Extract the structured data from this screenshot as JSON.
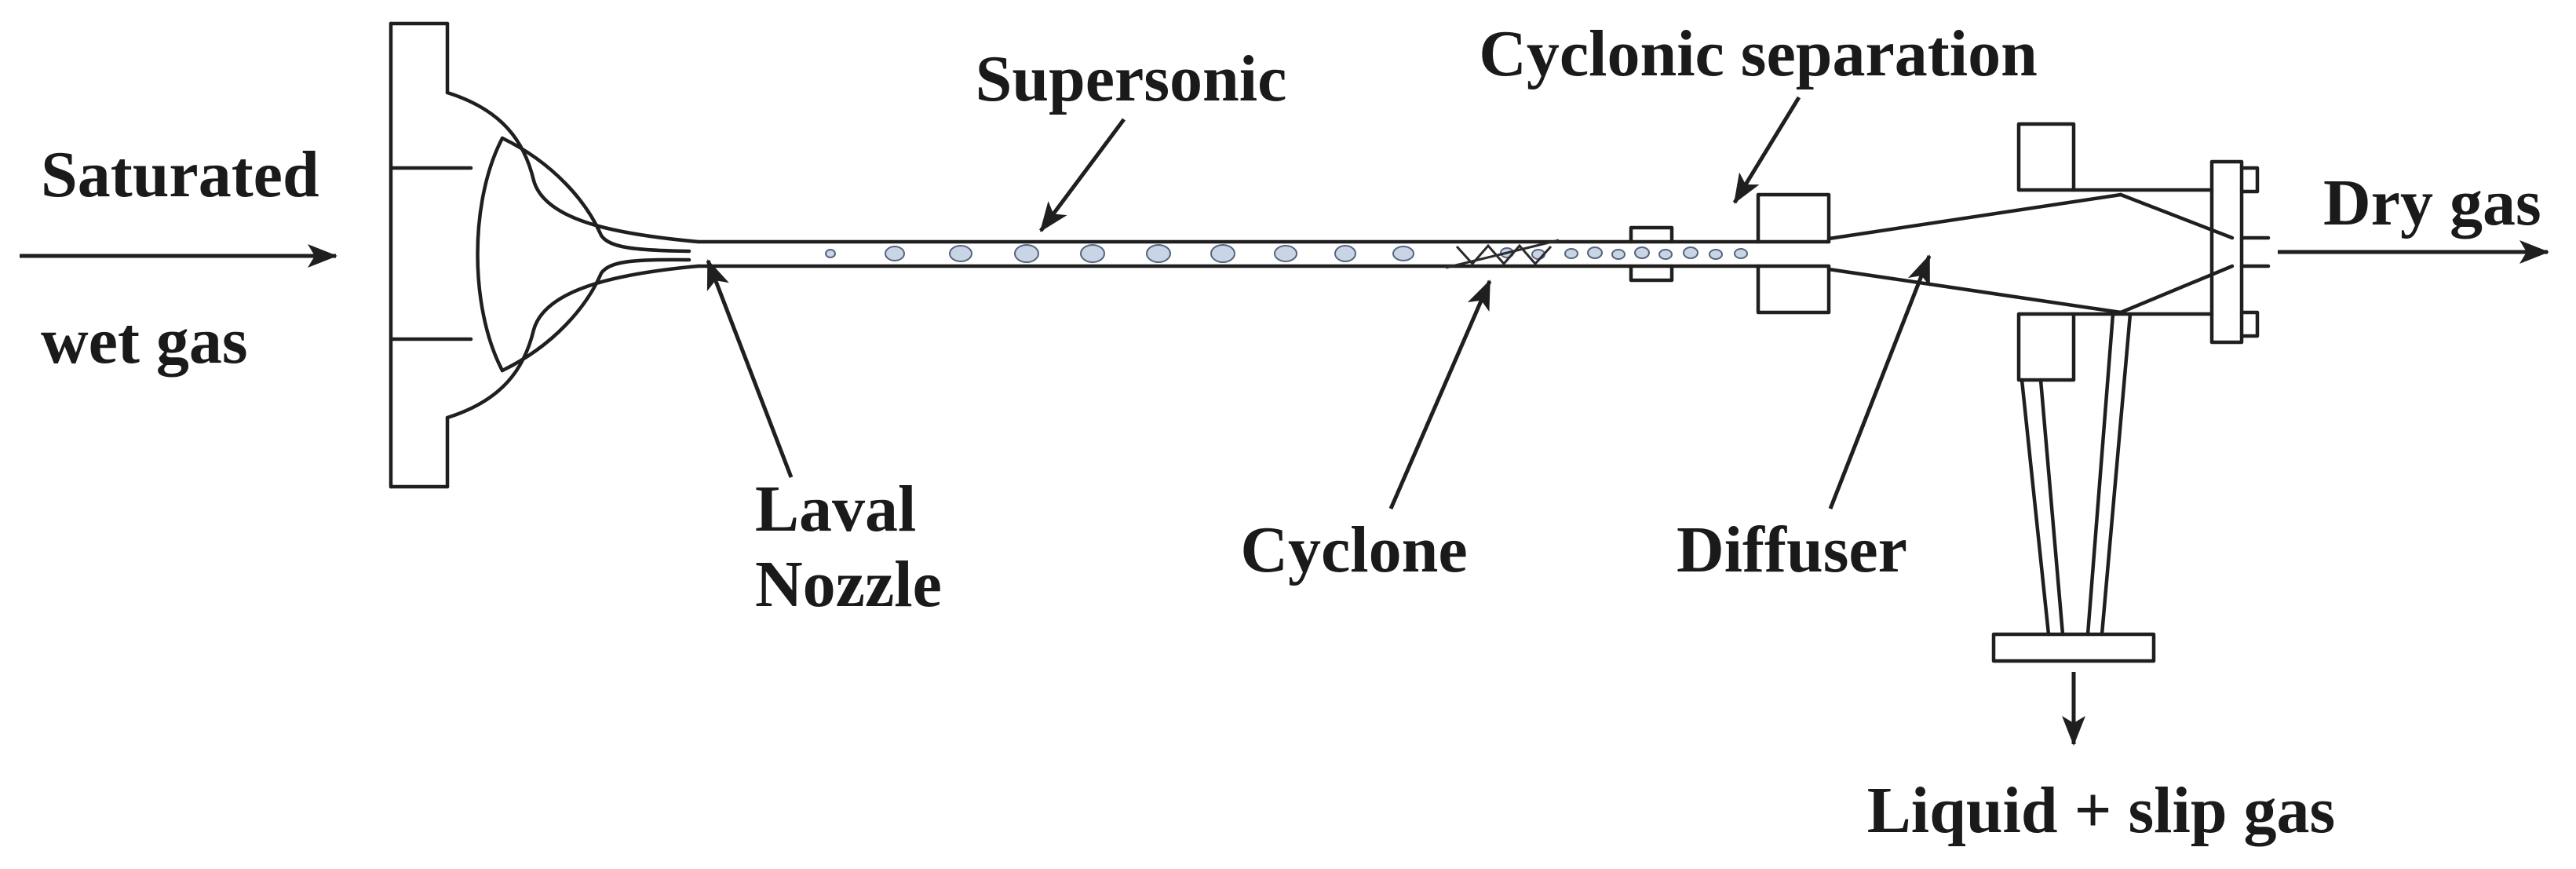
{
  "diagram": {
    "labels": {
      "inlet_line1": "Saturated",
      "inlet_line2": "wet gas",
      "supersonic": "Supersonic",
      "cyclonic_separation": "Cyclonic separation",
      "laval_line1": "Laval",
      "laval_line2": "Nozzle",
      "cyclone": "Cyclone",
      "diffuser": "Diffuser",
      "dry_gas": "Dry gas",
      "liquid_slip_gas": "Liquid + slip gas"
    },
    "colors": {
      "line": "#1f1f1f",
      "text": "#1a1a1a",
      "droplet_fill": "#c9d4e4",
      "droplet_stroke": "#54657f",
      "background": "#ffffff"
    }
  }
}
